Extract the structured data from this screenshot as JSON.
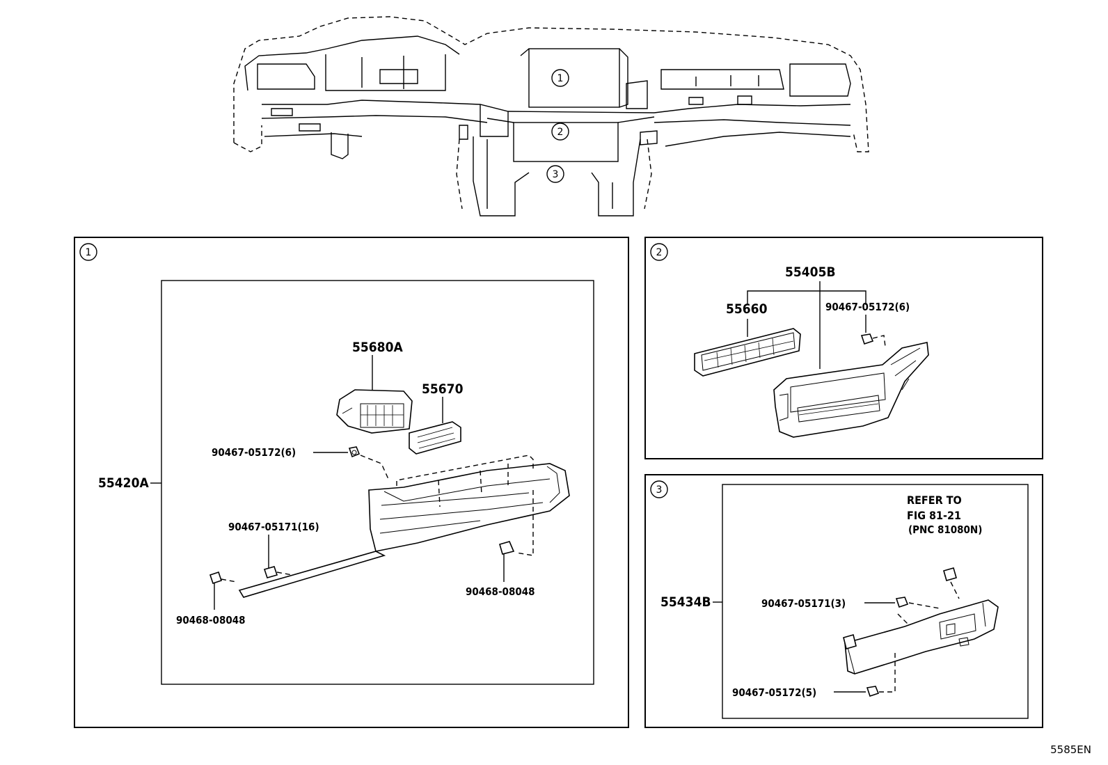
{
  "callouts": {
    "c1": "1",
    "c2": "2",
    "c3": "3"
  },
  "panel1": {
    "badge": "1",
    "assembly": "55420A",
    "parts": {
      "p55680A": "55680A",
      "p55670": "55670",
      "clip6": "90467-05172(6)",
      "clip16": "90467-05171(16)",
      "clipA": "90468-08048",
      "clipB": "90468-08048"
    }
  },
  "panel2": {
    "badge": "2",
    "assembly": "55405B",
    "parts": {
      "p55660": "55660",
      "clip6": "90467-05172(6)"
    }
  },
  "panel3": {
    "badge": "3",
    "assembly": "55434B",
    "refer": {
      "line1": "REFER TO",
      "line2": "FIG 81-21",
      "line3": "(PNC 81080N)"
    },
    "parts": {
      "clip3": "90467-05171(3)",
      "clip5": "90467-05172(5)"
    }
  },
  "figure_code": "5585EN"
}
